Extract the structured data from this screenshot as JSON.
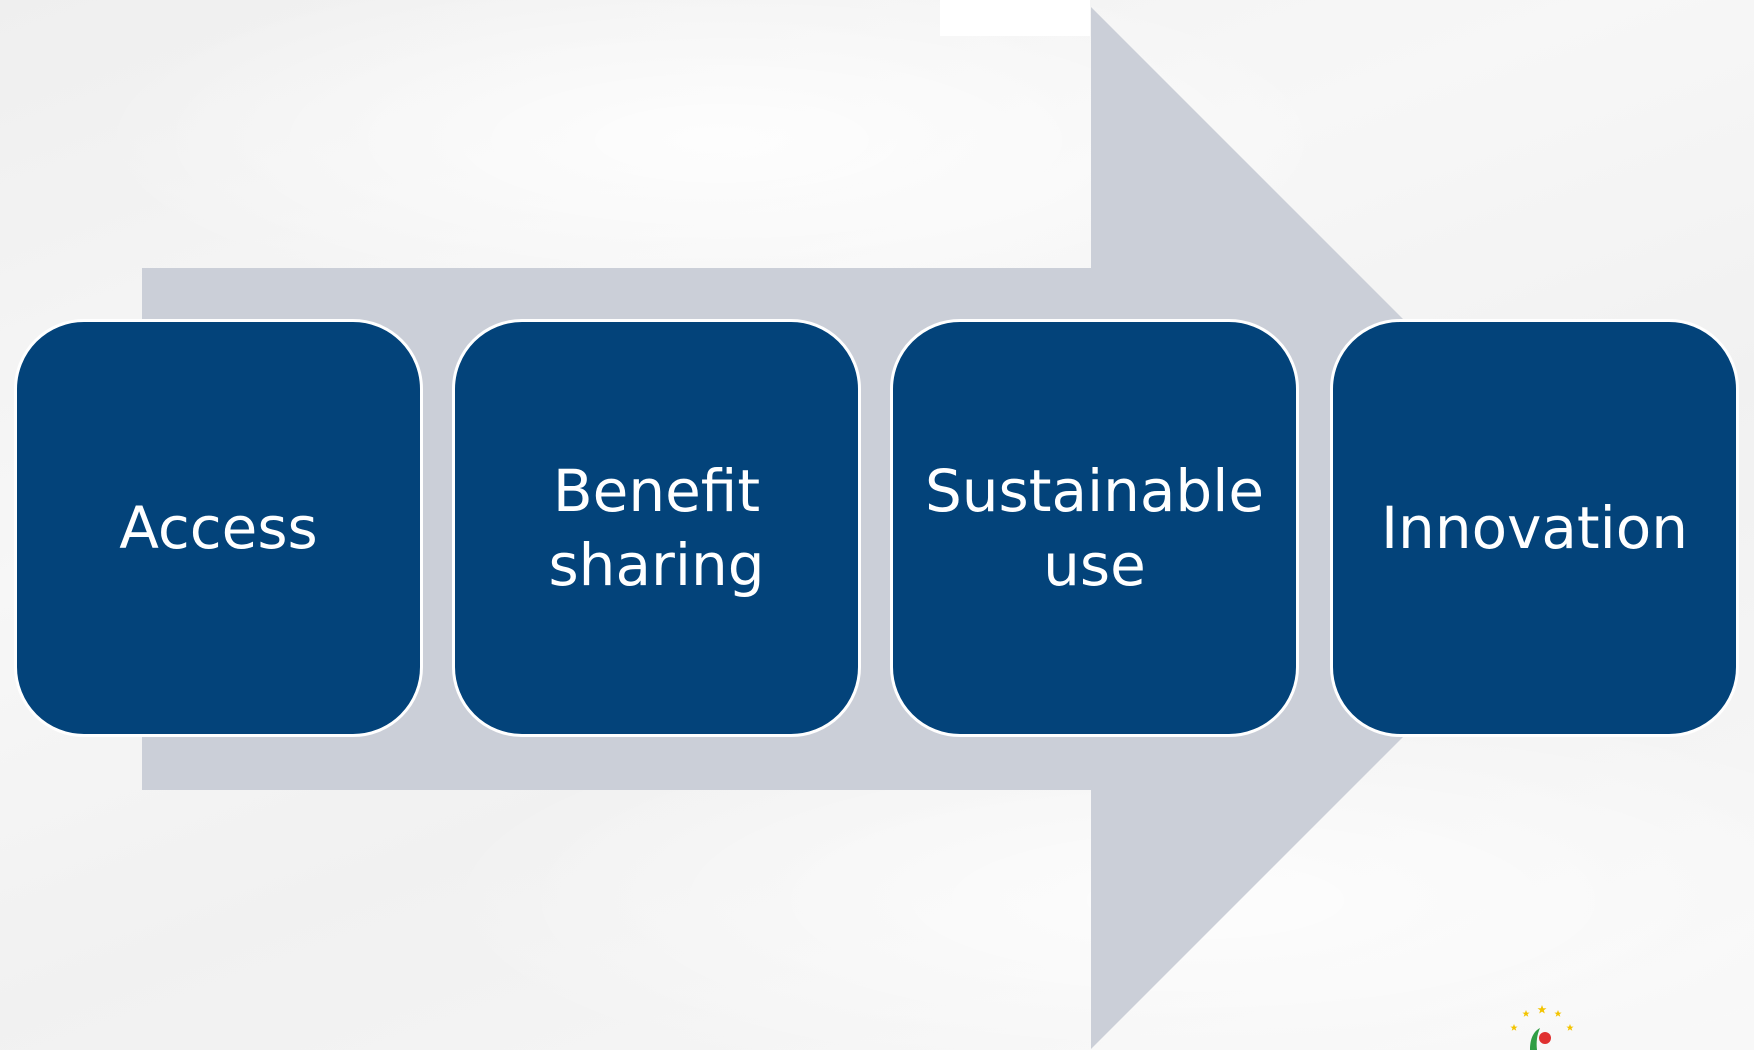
{
  "diagram": {
    "steps": [
      {
        "label": "Access"
      },
      {
        "label": "Benefit sharing"
      },
      {
        "label": "Sustainable use"
      },
      {
        "label": "Innovation"
      }
    ]
  },
  "colors": {
    "box_fill": "#03437a",
    "box_border": "#ffffff",
    "arrow_fill": "#cbcfd8",
    "label_text": "#ffffff",
    "logo_star": "#f3c400",
    "logo_green": "#2f9e44",
    "logo_red": "#e03131"
  },
  "logo": {
    "icon": "eu-stars-logo-icon"
  }
}
